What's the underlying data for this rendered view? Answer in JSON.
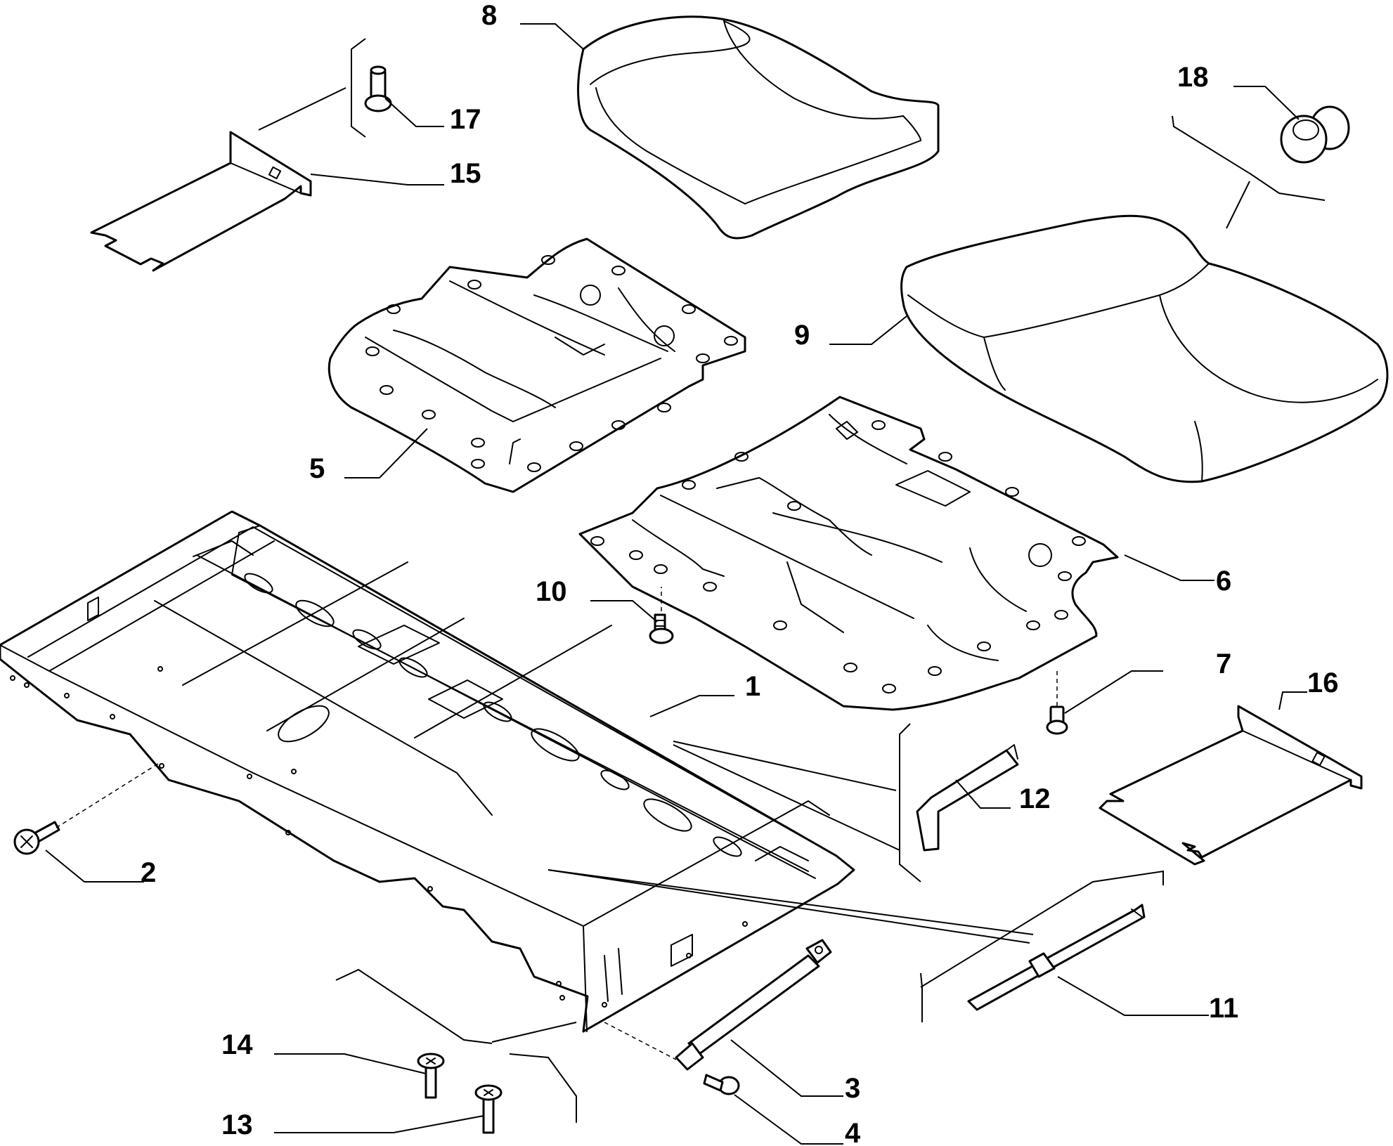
{
  "callouts": {
    "n1": "1",
    "n2": "2",
    "n3": "3",
    "n4": "4",
    "n5": "5",
    "n6": "6",
    "n7": "7",
    "n8": "8",
    "n9": "9",
    "n10": "10",
    "n11": "11",
    "n12": "12",
    "n13": "13",
    "n14": "14",
    "n15": "15",
    "n16": "16",
    "n17": "17",
    "n18": "18"
  },
  "colors": {
    "line": "#000000",
    "background": "#ffffff"
  }
}
